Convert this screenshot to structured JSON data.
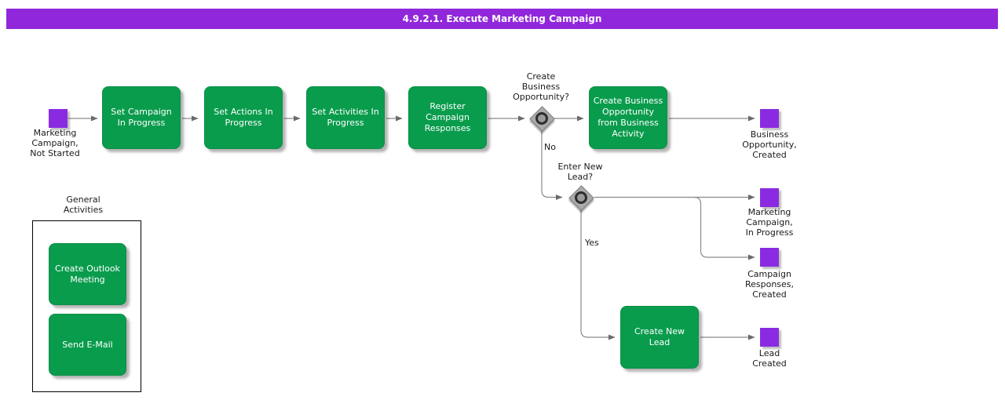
{
  "title": "4.9.2.1. Execute Marketing Campaign",
  "colors": {
    "title_bar": "#9127DB",
    "activity_green": "#0A9C4D",
    "event_purple": "#8A2BE2",
    "gateway_gray": "#ABABAB",
    "connector_gray": "#8A8A8A"
  },
  "events": {
    "start": {
      "label": "Marketing\nCampaign,\nNot Started"
    },
    "business_opportunity_created": {
      "label": "Business\nOpportunity,\nCreated"
    },
    "marketing_campaign_in_progress": {
      "label": "Marketing\nCampaign,\nIn Progress"
    },
    "campaign_responses_created": {
      "label": "Campaign\nResponses,\nCreated"
    },
    "lead_created": {
      "label": "Lead\nCreated"
    }
  },
  "activities": {
    "set_campaign": {
      "label": "Set Campaign\nIn Progress"
    },
    "set_actions": {
      "label": "Set Actions In\nProgress"
    },
    "set_activities": {
      "label": "Set Activities In\nProgress"
    },
    "register_responses": {
      "label": "Register\nCampaign\nResponses"
    },
    "create_business_opportunity": {
      "label": "Create Business\nOpportunity\nfrom Business\nActivity"
    },
    "create_new_lead": {
      "label": "Create New\nLead"
    }
  },
  "gateways": {
    "create_business_opportunity": {
      "question": "Create\nBusiness\nOpportunity?",
      "no_label": "No"
    },
    "enter_new_lead": {
      "question": "Enter New\nLead?",
      "yes_label": "Yes"
    }
  },
  "general": {
    "title": "General\nActivities",
    "activities": [
      {
        "label": "Create Outlook\nMeeting"
      },
      {
        "label": "Send E-Mail"
      }
    ]
  }
}
